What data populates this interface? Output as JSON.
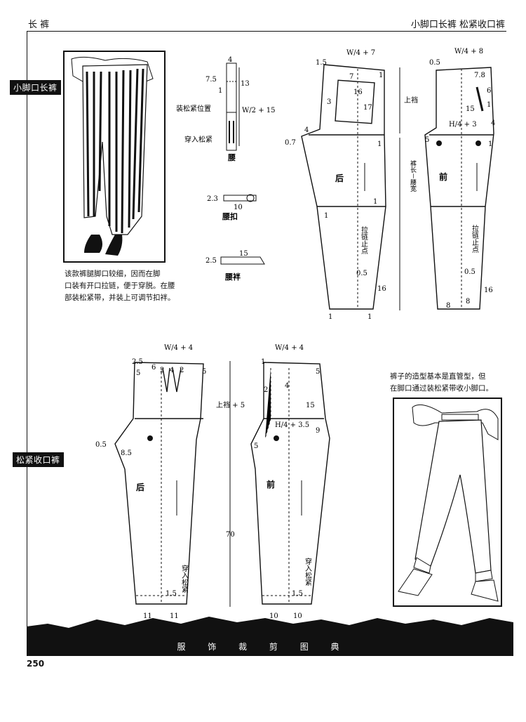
{
  "header": {
    "left": "长 裤",
    "right": "小脚口长裤  松紧收口裤"
  },
  "section_tags": {
    "top": "小脚口长裤",
    "bottom": "松紧收口裤"
  },
  "desc_top": [
    "该款裤腿脚口较细，因而在脚",
    "口装有开口拉链，便于穿脱。在腰",
    "部装松紧带，并装上可调节扣袢。"
  ],
  "desc_bottom": [
    "裤子的造型基本是直管型，但",
    "在脚口通过装松紧带收小脚口。"
  ],
  "parts": {
    "waist": {
      "label": "腰",
      "elastic_pos": "装松紧位置",
      "insert_elastic": "穿入松紧",
      "dims": [
        "7.5",
        "4",
        "13",
        "1"
      ],
      "formula": "W/2 + 15"
    },
    "buckle": {
      "label": "腰扣",
      "dims": [
        "2.3",
        "10"
      ]
    },
    "loop": {
      "label": "腰袢",
      "dims": [
        "2.5",
        "15"
      ]
    }
  },
  "pattern1": {
    "back": {
      "label": "后",
      "formula": "W/4 + 7",
      "dims": [
        "1.5",
        "1",
        "7",
        "16",
        "17",
        "3",
        "4",
        "0.7",
        "1",
        "1",
        "1",
        "0.5",
        "16",
        "1",
        "1"
      ]
    },
    "front": {
      "label": "前",
      "formula_w": "W/4 + 8",
      "formula_h": "H/4 + 3",
      "dims": [
        "0.5",
        "7.8",
        "6",
        "1",
        "15",
        "4",
        "5",
        "1",
        "0.5",
        "16",
        "8",
        "8"
      ]
    },
    "center": {
      "rise": "上裆",
      "length": "裤长－腰宽",
      "zipper_stop": "拉链止点"
    }
  },
  "pattern2": {
    "back": {
      "label": "后",
      "formula": "W/4 + 4",
      "dims": [
        "2.5",
        "6",
        "2",
        "4",
        "2",
        "5",
        "5",
        "0.5",
        "8.5",
        "1.5",
        "11",
        "11"
      ]
    },
    "front": {
      "label": "前",
      "formula_w": "W/4 + 4",
      "formula_h": "H/4 + 3.5",
      "dims": [
        "1",
        "2",
        "4",
        "5",
        "15",
        "9",
        "5",
        "1.5",
        "10",
        "10"
      ]
    },
    "center": {
      "rise": "上裆 + 5",
      "length": "70",
      "insert_elastic": "穿入松紧"
    }
  },
  "footer": {
    "title": "服 饰 裁 剪 图 典",
    "page": "250"
  }
}
